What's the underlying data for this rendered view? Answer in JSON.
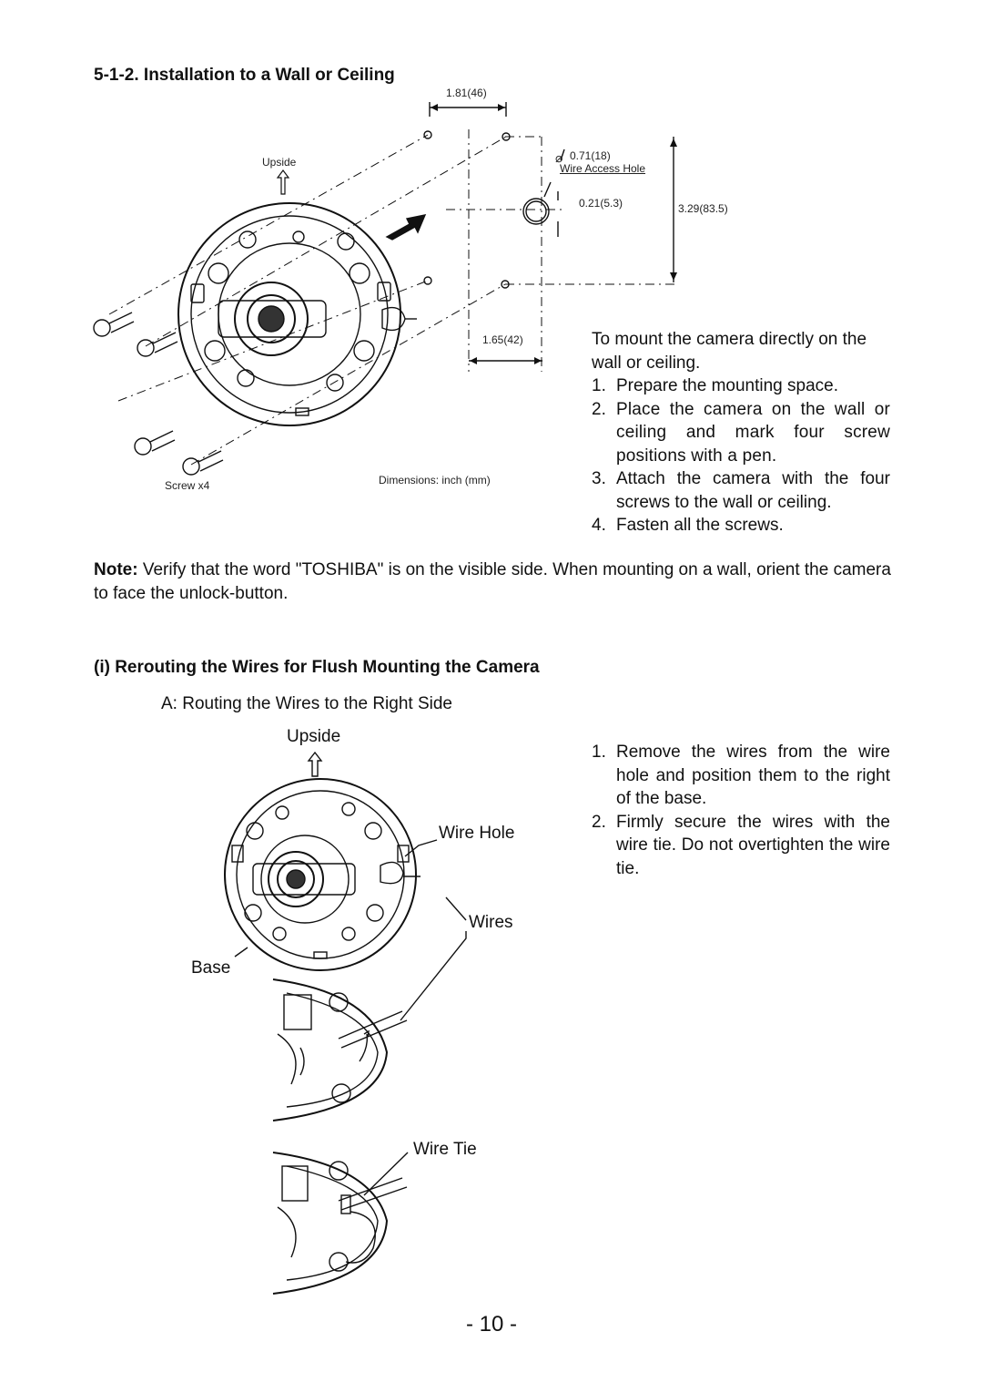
{
  "section1": {
    "title": "5-1-2. Installation to a Wall or Ceiling",
    "figure_labels": {
      "upside": "Upside",
      "screws": "Screw x4",
      "dim_top": "1.81(46)",
      "dim_hole_diameter": "0.71(18)",
      "wire_access_hole": "Wire Access Hole",
      "dim_small": "0.21(5.3)",
      "dim_height": "3.29(83.5)",
      "dim_bottom": "1.65(42)",
      "dimensions_unit": "Dimensions: inch (mm)"
    },
    "intro": "To mount the camera directly on the wall or ceiling.",
    "steps": [
      {
        "num": "1.",
        "text": "Prepare the mounting space."
      },
      {
        "num": "2.",
        "text": "Place the camera on the wall or ceiling and mark four screw positions with a pen."
      },
      {
        "num": "3.",
        "text": "Attach the camera with the four screws to the wall or ceiling."
      },
      {
        "num": "4.",
        "text": "Fasten all the screws."
      }
    ],
    "note_label": "Note:",
    "note_text": "Verify that the word \"TOSHIBA\" is on the visible side. When mounting on a wall, orient the camera to face the unlock-button."
  },
  "section2": {
    "title": "(i) Rerouting the Wires for Flush Mounting the Camera",
    "subtitle": "A: Routing the Wires to the Right Side",
    "figure_labels": {
      "upside": "Upside",
      "wire_hole": "Wire Hole",
      "wires": "Wires",
      "base": "Base",
      "wire_tie": "Wire Tie"
    },
    "steps": [
      {
        "num": "1.",
        "text": "Remove the wires from the wire hole and position them to the right of the base."
      },
      {
        "num": "2.",
        "text": "Firmly secure the wires with the wire tie. Do not overtighten the wire tie."
      }
    ]
  },
  "page_number": "- 10 -"
}
